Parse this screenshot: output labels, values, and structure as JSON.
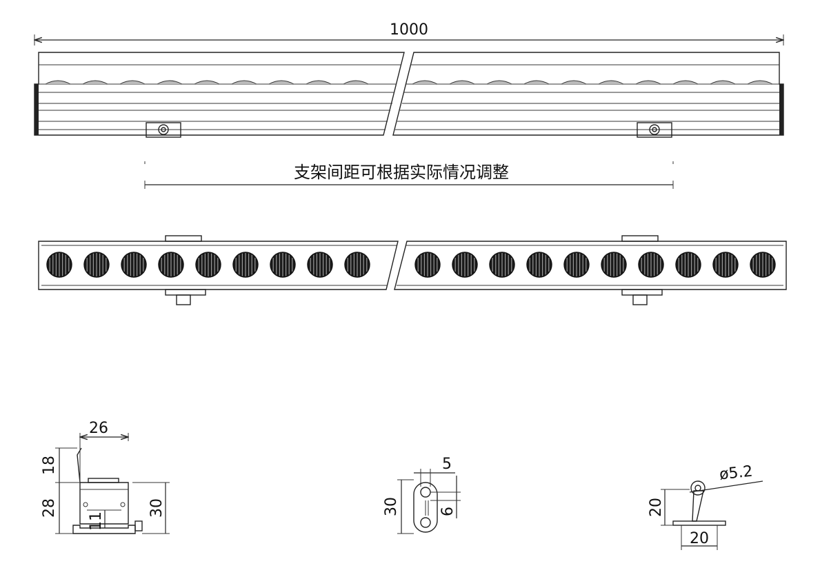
{
  "dimensions": {
    "length": "1000",
    "bracket_note": "支架间距可根据实际情况调整",
    "side_width": "26",
    "side_top": "18",
    "side_body": "28",
    "side_inner": "11",
    "side_height": "30",
    "plate_height": "30",
    "plate_hole": "5",
    "plate_slot": "6",
    "bracket_dia": "ø5.2",
    "bracket_height": "20",
    "bracket_width": "20"
  },
  "lens_count_left": 9,
  "lens_count_right": 10
}
